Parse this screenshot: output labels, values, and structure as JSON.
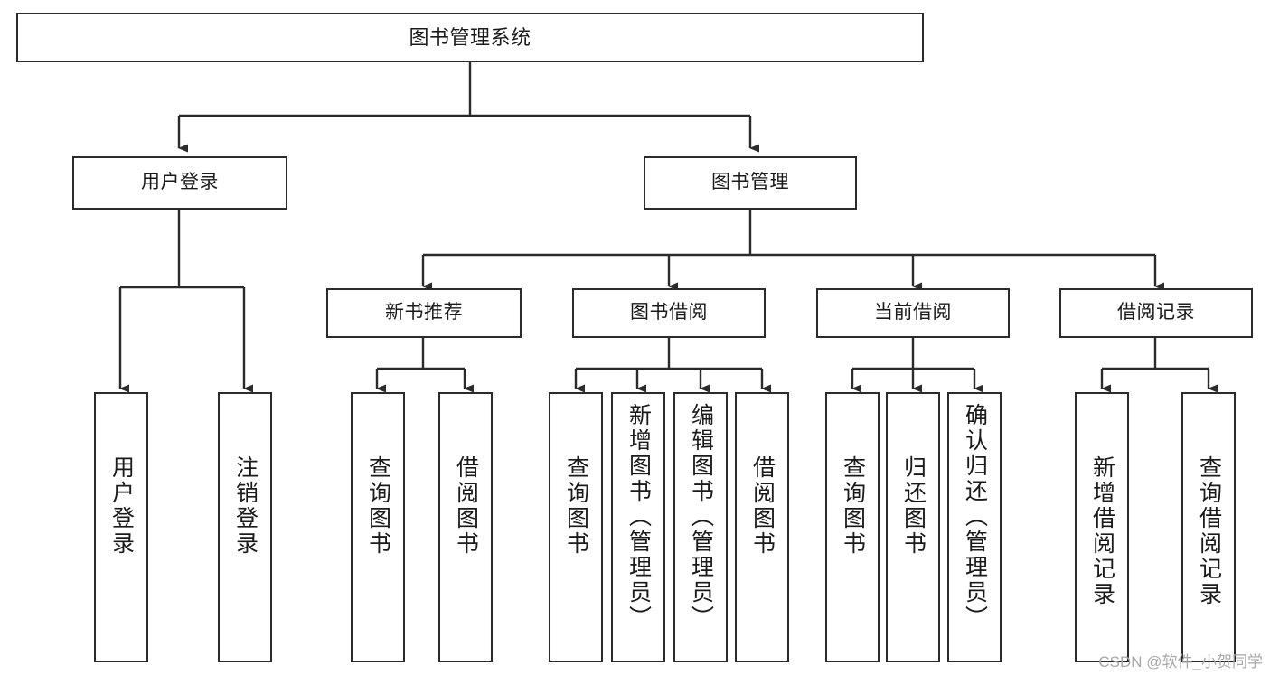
{
  "diagram": {
    "title": "图书管理系统",
    "type": "tree-hierarchy",
    "watermark": "CSDN @软件_小贺同学",
    "colors": {
      "box_border": "#2b2b2b",
      "box_fill": "#ffffff",
      "edge": "#2b2b2b",
      "text": "#1a1a1a",
      "watermark": "#a8a8a8"
    }
  },
  "nodes": {
    "root": {
      "label": "图书管理系统"
    },
    "level2": [
      {
        "label": "用户登录"
      },
      {
        "label": "图书管理"
      }
    ],
    "level3": [
      {
        "label": "新书推荐"
      },
      {
        "label": "图书借阅"
      },
      {
        "label": "当前借阅"
      },
      {
        "label": "借阅记录"
      }
    ],
    "leaves": {
      "user_login": [
        {
          "label": "用户登录"
        },
        {
          "label": "注销登录"
        }
      ],
      "new_book_recommend": [
        {
          "label": "查询图书"
        },
        {
          "label": "借阅图书"
        }
      ],
      "book_borrow": [
        {
          "label": "查询图书"
        },
        {
          "label": "新增图书（管理员）"
        },
        {
          "label": "编辑图书（管理员）"
        },
        {
          "label": "借阅图书"
        }
      ],
      "current_borrow": [
        {
          "label": "查询图书"
        },
        {
          "label": "归还图书"
        },
        {
          "label": "确认归还（管理员）"
        }
      ],
      "borrow_record": [
        {
          "label": "新增借阅记录"
        },
        {
          "label": "查询借阅记录"
        }
      ]
    }
  }
}
